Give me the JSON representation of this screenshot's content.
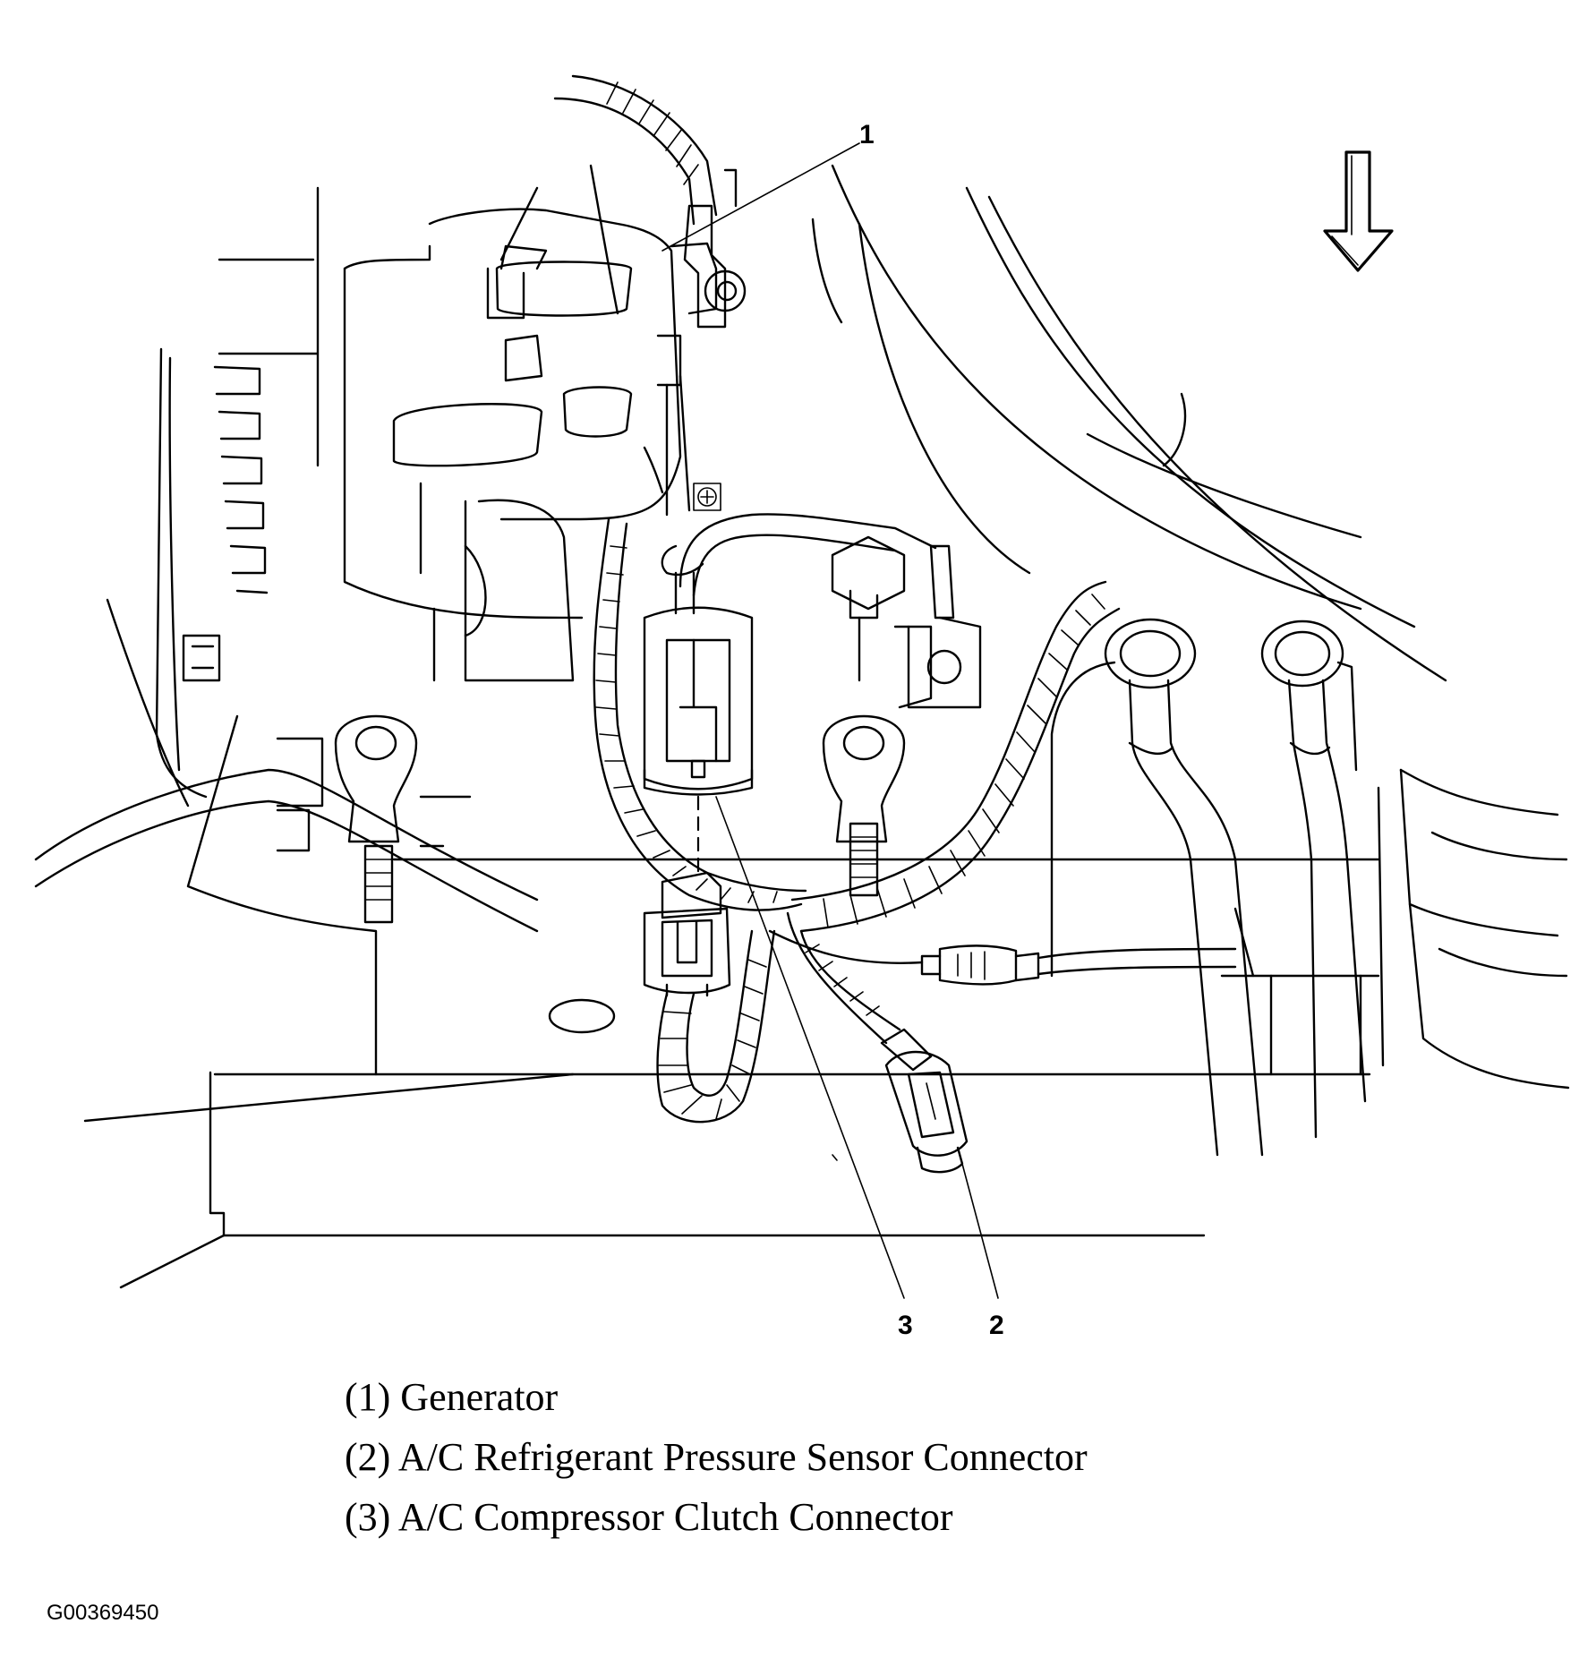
{
  "callouts": [
    {
      "number": "1",
      "target": "Generator"
    },
    {
      "number": "2",
      "target": "A/C Refrigerant Pressure Sensor Connector"
    },
    {
      "number": "3",
      "target": "A/C Compressor Clutch Connector"
    }
  ],
  "legend": [
    "(1) Generator",
    "(2) A/C Refrigerant Pressure Sensor Connector",
    "(3) A/C Compressor Clutch Connector"
  ],
  "figure_id": "G00369450",
  "icons": {
    "front_arrow": "down-arrow-icon",
    "battery_terminal": "plus-symbol-icon"
  }
}
